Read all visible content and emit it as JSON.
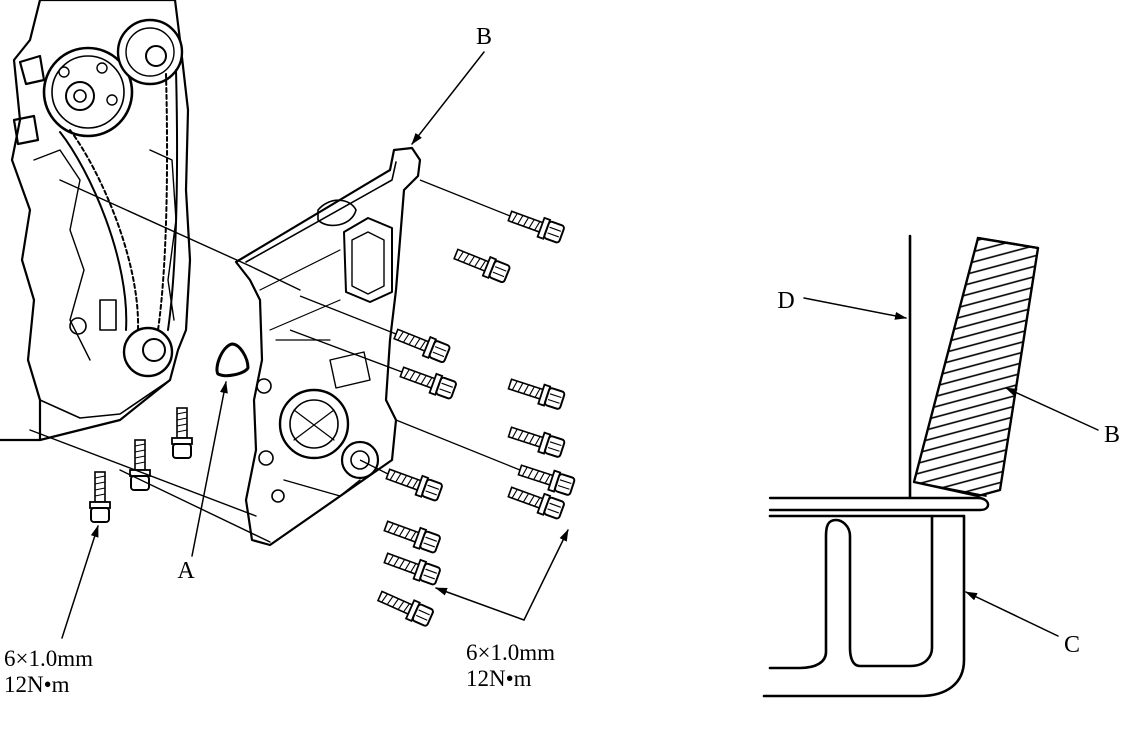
{
  "callouts": {
    "a": "A",
    "b_top": "B",
    "b_right": "B",
    "c": "C",
    "d": "D"
  },
  "specs": {
    "left": {
      "size": "6×1.0mm",
      "torque": "12N•m"
    },
    "right": {
      "size": "6×1.0mm",
      "torque": "12N•m"
    }
  },
  "colors": {
    "ink": "#000000",
    "paper": "#ffffff"
  }
}
